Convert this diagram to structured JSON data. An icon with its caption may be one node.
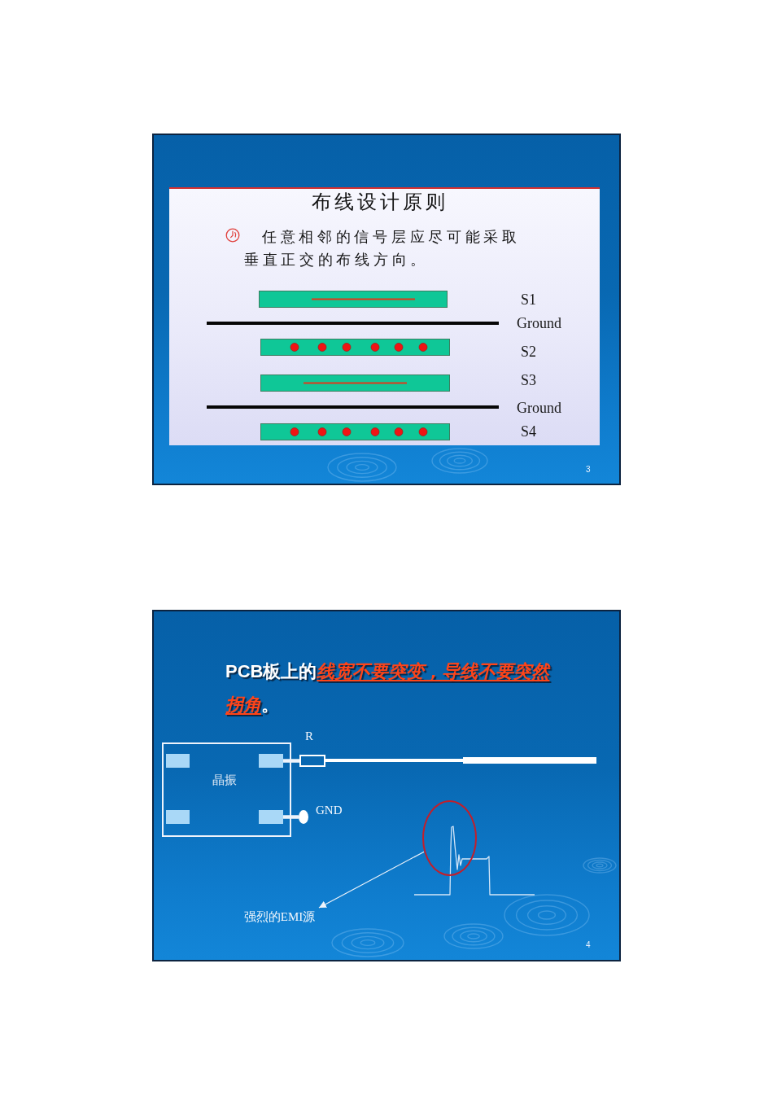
{
  "diagram": {
    "nodes": [
      {
        "text": [
          "晶振"
        ]
      },
      {
        "text": [],
        "shape": "box",
        "in": 0
      },
      {
        "text": [],
        "shape": "box",
        "in": 0
      },
      {
        "text": [],
        "shape": "box",
        "in": 0
      },
      {
        "text": [],
        "shape": "box",
        "in": 0
      },
      {
        "text": [],
        "shape": "box",
        "beside": [
          "R"
        ]
      },
      {
        "text": [],
        "shape": "circle",
        "beside": [
          "GND"
        ]
      },
      {
        "text": [],
        "shape": "ellipse"
      },
      {
        "text": [
          "强烈的EMI源"
        ]
      }
    ],
    "edges": [
      {
        "from": 2,
        "to": 5,
        "arrow": "none"
      },
      {
        "from": 4,
        "to": 6,
        "arrow": "none"
      },
      {
        "from": 7,
        "to": 8,
        "arrow": "to"
      }
    ],
    "labels": [
      "布线设计原则",
      "任意相邻的信号层应尽可能采取垂直正交的布线方向。",
      "S1",
      "Ground",
      "S2",
      "S3",
      "Ground",
      "S4",
      "3",
      "PCB板上的**线宽不要突变，导线不要突然拐角**。",
      "4"
    ]
  }
}
